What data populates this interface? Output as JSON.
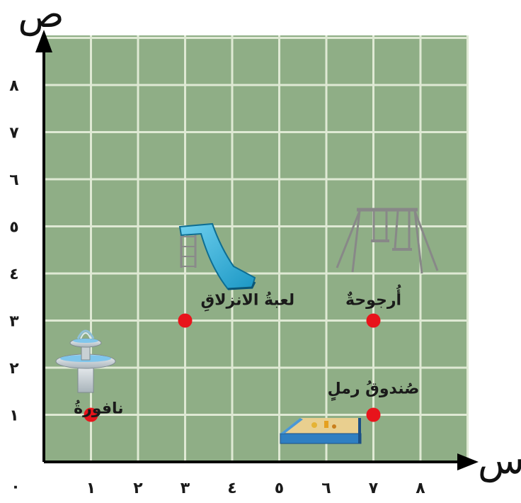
{
  "axes": {
    "x_label": "س",
    "y_label": "ص",
    "origin_label": "٠",
    "x_ticks": [
      "١",
      "٢",
      "٣",
      "٤",
      "٥",
      "٦",
      "٧",
      "٨"
    ],
    "y_ticks": [
      "١",
      "٢",
      "٣",
      "٤",
      "٥",
      "٦",
      "٧",
      "٨"
    ],
    "range": [
      0,
      9
    ]
  },
  "grid": {
    "shown": true,
    "background": "#8fae86",
    "line_color": "#dfe9d4"
  },
  "points": [
    {
      "label": "نافورةُ",
      "x": 1,
      "y": 1,
      "icon": "fountain-icon"
    },
    {
      "label": "لعبةُ الانزلاقِ",
      "x": 3,
      "y": 3,
      "icon": "slide-icon"
    },
    {
      "label": "أُرجوحةٌ",
      "x": 7,
      "y": 3,
      "icon": "swing-icon"
    },
    {
      "label": "صُندوقُ رملٍ",
      "x": 7,
      "y": 1,
      "icon": "sandbox-icon"
    }
  ],
  "point_color": "#e8141b"
}
